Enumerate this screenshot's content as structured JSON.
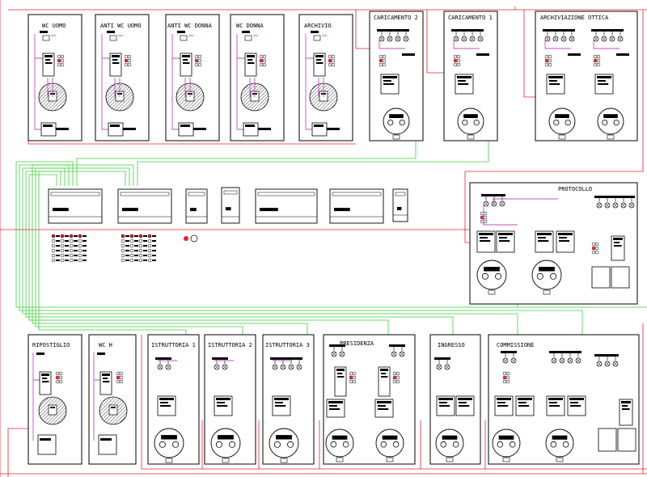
{
  "colors": {
    "red": "#e8222a",
    "green": "#3ccf3c",
    "magenta": "#c64bc6",
    "black": "#000000"
  },
  "rooms": {
    "wc_uomo": "WC UOMO",
    "anti_wc_uomo": "ANTI WC UOMO",
    "anti_wc_donna": "ANTI WC DONNA",
    "wc_donna": "WC DONNA",
    "archivio": "ARCHIVIO",
    "caricamento_2": "CARICAMENTO 2",
    "caricamento_1": "CARICAMENTO 1",
    "archiviazione_ottica": "ARCHIVIAZIONE OTTICA",
    "protocollo": "PROTOCOLLO",
    "ripostiglio": "RIPOSTIGLIO",
    "wc_h": "WC H",
    "istruttoria_1": "ISTRUTTORIA 1",
    "istruttoria_2": "ISTRUTTORIA 2",
    "istruttoria_3": "ISTRUTTORIA 3",
    "presidenza": "PRESIDENZA",
    "ingresso": "INGRESSO",
    "commissione": "COMMISSIONE"
  }
}
